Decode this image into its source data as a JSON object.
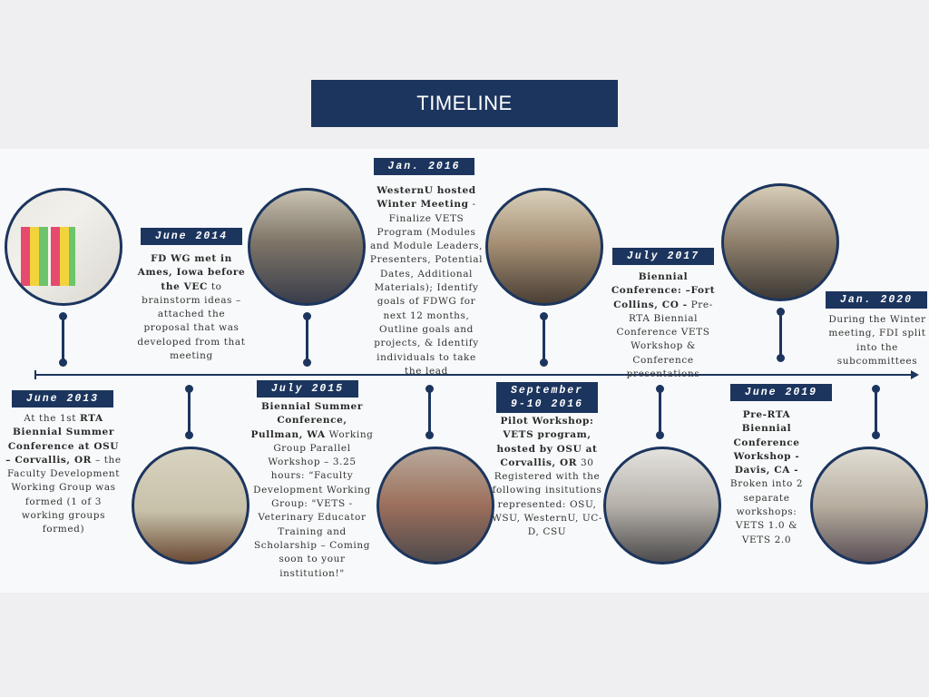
{
  "title": "TIMELINE",
  "events": [
    {
      "date": "June 2013",
      "bold_pre": "At the 1st ",
      "bold": "RTA Biennial Summer Conference at OSU – Corvallis, OR",
      "text": " – the Faculty Development Working Group was formed (1 of 3 working groups formed)"
    },
    {
      "date": "June 2014",
      "bold_pre": "",
      "bold": "FD WG met in Ames, Iowa before the VEC",
      "text": " to brainstorm ideas – attached the proposal that was developed from that meeting"
    },
    {
      "date": "July 2015",
      "bold_pre": "",
      "bold": "Biennial Summer Conference, Pullman, WA",
      "text": " Working Group Parallel Workshop – 3.25 hours: “Faculty Development Working Group: \"VETS - Veterinary Educator Training and Scholarship – Coming soon to your institution!\""
    },
    {
      "date": "Jan. 2016",
      "bold_pre": "",
      "bold": "WesternU hosted Winter Meeting",
      "text": " - Finalize VETS Program (Modules and Module Leaders, Presenters, Potential Dates, Additional Materials); Identify goals of FDWG for next 12 months, Outline goals and projects, & Identify individuals to take the lead"
    },
    {
      "date": "September 9-10 2016",
      "bold_pre": "",
      "bold": "Pilot Workshop: VETS program, hosted by OSU at Corvallis, OR",
      "text": " 30 Registered with the following insitutions represented: OSU, WSU, WesternU, UC-D, CSU"
    },
    {
      "date": "July 2017",
      "bold_pre": "",
      "bold": "Biennial Conference: –Fort Collins, CO -",
      "text": " Pre-RTA Biennial Conference VETS Workshop & Conference presentations"
    },
    {
      "date": "June 2019",
      "bold_pre": "",
      "bold": "Pre-RTA Biennial Conference Workshop - Davis, CA -",
      "text": " Broken into 2 separate workshops: VETS 1.0 & VETS 2.0"
    },
    {
      "date": "Jan. 2020",
      "bold_pre": "",
      "bold": "",
      "text": "During the Winter meeting, FDI split into the subcommittees"
    }
  ]
}
